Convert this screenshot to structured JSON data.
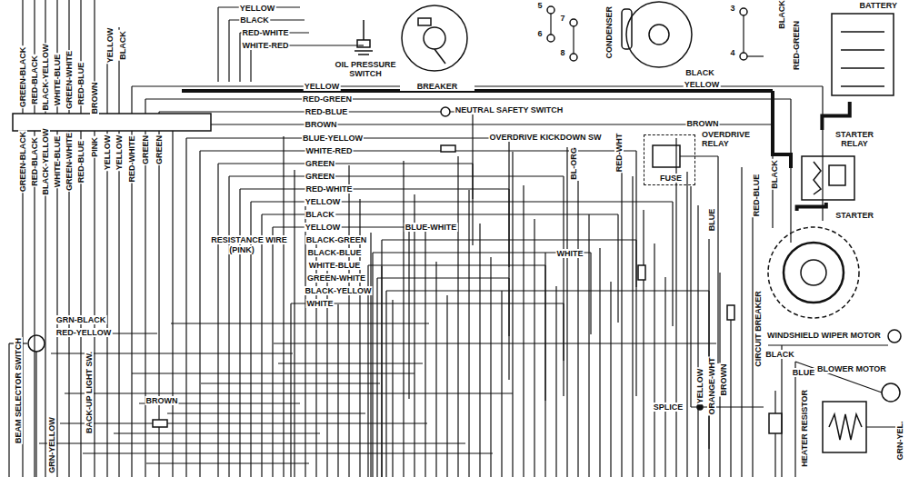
{
  "diagram": {
    "nodes": [
      {
        "text": [
          "OIL PRESSURE SWITCH"
        ]
      },
      {
        "text": [
          "BREAKER"
        ]
      },
      {
        "text": [
          "CONDENSER"
        ]
      },
      {
        "text": [
          "BATTERY"
        ]
      },
      {
        "text": [
          "OVERDRIVE RELAY"
        ]
      },
      {
        "text": [
          "FUSE"
        ],
        "in": 4
      },
      {
        "text": [
          "STARTER RELAY"
        ]
      },
      {
        "text": [
          "STARTER"
        ]
      },
      {
        "text": [
          "WINDSHIELD WIPER MOTOR"
        ]
      },
      {
        "text": [
          "BLOWER MOTOR"
        ]
      },
      {
        "text": [
          "HEATER RESISTOR"
        ]
      }
    ],
    "edges": [
      {
        "from": 3,
        "to": 6,
        "arrow": "none"
      },
      {
        "from": 6,
        "to": 7,
        "arrow": "none"
      }
    ],
    "labels": [
      "YELLOW",
      "BLACK",
      "RED-WHITE",
      "WHITE-RED",
      "5",
      "6",
      "7",
      "8",
      "3",
      "4",
      "BLACK",
      "RED-GREEN",
      "YELLOW",
      "BLACK",
      "GREEN-BLACK",
      "RED-BLACK",
      "BLACK-YELLOW",
      "WHITE-BLUE",
      "GREEN-WHITE",
      "RED-BLUE",
      "BROWN",
      "GREEN-BLACK",
      "RED-BLACK",
      "BLACK-YELLOW",
      "WHITE-BLUE",
      "GREEN-WHITE",
      "RED-BLUE",
      "PINK",
      "YELLOW",
      "YELLOW",
      "RED-WHITE",
      "GREEN",
      "GREEN",
      "YELLOW",
      "RED-GREEN",
      "RED-BLUE",
      "BROWN",
      "NEUTRAL SAFETY SWITCH",
      "BLUE-YELLOW",
      "WHITE-RED",
      "GREEN",
      "GREEN",
      "RED-WHITE",
      "YELLOW",
      "BLACK",
      "YELLOW",
      "BLUE-WHITE",
      "RESISTANCE WIRE",
      "(PINK)",
      "BLACK-GREEN",
      "BLACK-BLUE",
      "WHITE-BLUE",
      "GREEN-WHITE",
      "BLACK-YELLOW",
      "WHITE",
      "BLACK",
      "YELLOW",
      "BROWN",
      "OVERDRIVE KICKDOWN SW",
      "BL-ORG",
      "RED-WHT",
      "BLACK",
      "RED-BLUE",
      "BLUE",
      "WHITE",
      "CIRCUIT BREAKER",
      "BLACK",
      "BLUE",
      "YELLOW",
      "ORANGE-WHT",
      "BROWN",
      "SPLICE",
      "GRN-YEL.",
      "GRN-BLACK",
      "RED-YELLOW",
      "BEAM SELECTOR SWITCH",
      "GRN-YELLOW",
      "BACK-UP LIGHT SW.",
      "BROWN"
    ]
  }
}
